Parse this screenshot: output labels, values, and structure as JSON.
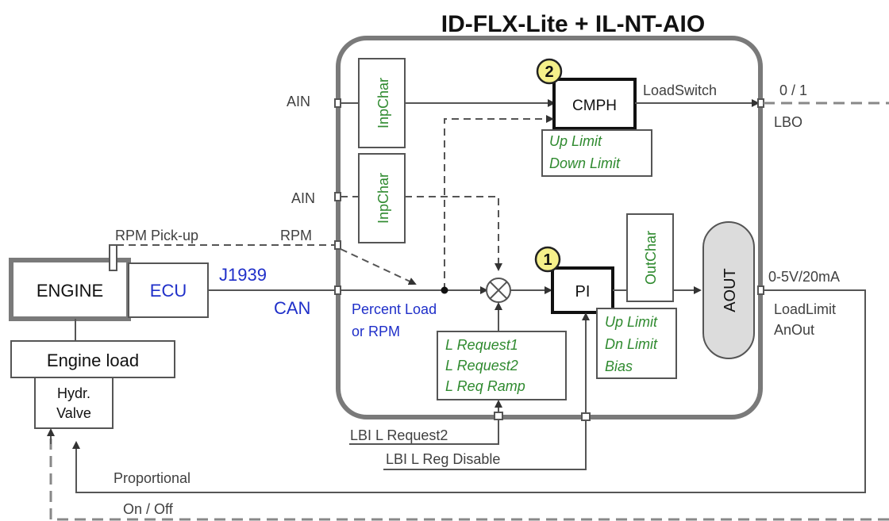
{
  "title": "ID-FLX-Lite + IL-NT-AIO",
  "inputs": {
    "ain1": "AIN",
    "ain2": "AIN",
    "rpm": "RPM",
    "rpm_pickup": "RPM Pick-up",
    "j1939": "J1939",
    "can": "CAN",
    "percent_load": [
      "Percent Load",
      "or RPM"
    ]
  },
  "blocks": {
    "inpchar1": "InpChar",
    "inpchar2": "InpChar",
    "cmph": "CMPH",
    "cmph_badge": "2",
    "cmph_params": [
      "Up Limit",
      "Down Limit"
    ],
    "pi": "PI",
    "pi_badge": "1",
    "pi_params": [
      "Up Limit",
      "Dn Limit",
      "Bias"
    ],
    "outchar": "OutChar",
    "aout": "AOUT",
    "request_params": [
      "L Request1",
      "L Request2",
      "L Req Ramp"
    ]
  },
  "outputs": {
    "loadswitch": "LoadSwitch",
    "zero_one": "0 / 1",
    "lbo": "LBO",
    "range": "0-5V/20mA",
    "loadlimit": "LoadLimit",
    "anout": "AnOut"
  },
  "engine": {
    "engine": "ENGINE",
    "ecu": "ECU",
    "engine_load": "Engine load",
    "valve": [
      "Hydr.",
      "Valve"
    ]
  },
  "bottom": {
    "lbi_request2": "LBI L Request2",
    "lbi_reg_disable": "LBI L Reg Disable",
    "proportional": "Proportional",
    "on_off": "On / Off"
  },
  "colors": {
    "blue_text": "#1f2fc9",
    "green_text": "#2f8a2f",
    "badge_fill": "#f5f08a",
    "line": "#555555"
  }
}
